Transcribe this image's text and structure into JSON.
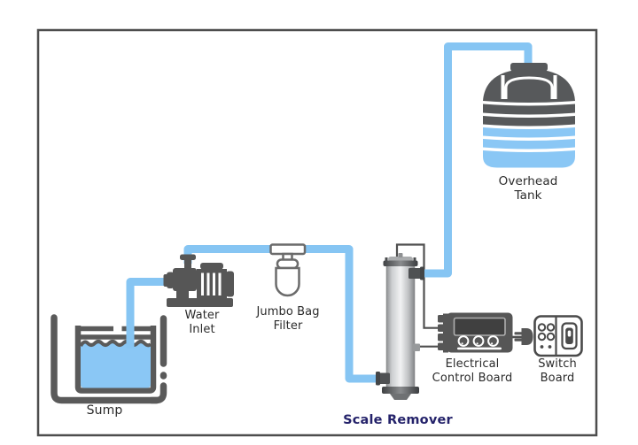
{
  "diagram_title": "Scale Remover",
  "components": {
    "sump": {
      "label": "Sump"
    },
    "water_inlet": {
      "line1": "Water",
      "line2": "Inlet"
    },
    "jumbo_bag_filter": {
      "line1": "Jumbo Bag",
      "line2": "Filter"
    },
    "scale_remover": {
      "label": "Scale Remover"
    },
    "overhead_tank": {
      "line1": "Overhead",
      "line2": "Tank"
    },
    "electrical_control_board": {
      "line1": "Electrical",
      "line2": "Control Board"
    },
    "switch_board": {
      "line1": "Switch",
      "line2": "Board"
    }
  },
  "connections": [
    {
      "from": "sump",
      "to": "water_inlet",
      "type": "pipe"
    },
    {
      "from": "water_inlet",
      "to": "jumbo_bag_filter",
      "type": "pipe"
    },
    {
      "from": "jumbo_bag_filter",
      "to": "scale_remover",
      "type": "pipe"
    },
    {
      "from": "scale_remover",
      "to": "overhead_tank",
      "type": "pipe"
    },
    {
      "from": "scale_remover",
      "to": "electrical_control_board",
      "type": "wire"
    },
    {
      "from": "electrical_control_board",
      "to": "switch_board",
      "type": "power-plug"
    }
  ],
  "colors": {
    "pipe_blue": "#86C5F3",
    "water_blue": "#8AC7F5",
    "component_dark_gray": "#565656",
    "outline_gray": "#4D4D4D",
    "label_text": "#2B2B2B",
    "title_text": "#24226A"
  }
}
